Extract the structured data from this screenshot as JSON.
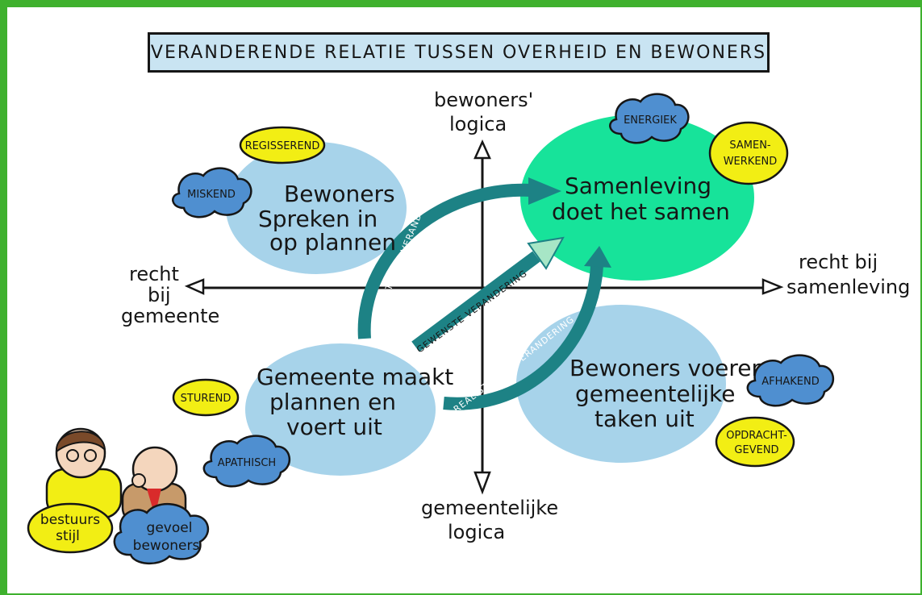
{
  "title": "VERANDERENDE RELATIE TUSSEN OVERHEID EN BEWONERS",
  "axes": {
    "top": [
      "bewoners'",
      "logica"
    ],
    "bottom": [
      "gemeentelijke",
      "logica"
    ],
    "left": [
      "recht",
      "bij",
      "gemeente"
    ],
    "right": [
      "recht bij",
      "samenleving"
    ]
  },
  "quadrants": {
    "top_left": [
      "Bewoners",
      "Spreken in",
      "op plannen"
    ],
    "top_right": [
      "Samenleving",
      "doet het samen"
    ],
    "bottom_left": [
      "Gemeente maakt",
      "plannen en",
      "voert uit"
    ],
    "bottom_right": [
      "Bewoners voeren",
      "gemeentelijke",
      "taken uit"
    ]
  },
  "styles": {
    "regisserend": "REGISSEREND",
    "samenwerkend": [
      "SAMEN-",
      "WERKEND"
    ],
    "sturend": "STUREND",
    "opdrachtgevend": [
      "OPDRACHT-",
      "GEVEND"
    ]
  },
  "feelings": {
    "miskend": "MISKEND",
    "energiek": "ENERGIEK",
    "apathisch": "APATHISCH",
    "afhakend": "AFHAKEND"
  },
  "arrows": {
    "top_curve": "REALISTISCHE VERANDERING",
    "diagonal": "GEWENSTE VERANDERING",
    "bottom_curve": "REALISTISCHE VERANDERING"
  },
  "legend": {
    "bestuursstijl": [
      "bestuurs",
      "stijl"
    ],
    "gevoel_bewoners": [
      "gevoel",
      "bewoners"
    ]
  },
  "colors": {
    "frame": "#3fb12e",
    "blue_blob": "#a7d3ea",
    "green_blob": "#17e39a",
    "yellow": "#f2ee14",
    "cloud_blue": "#4f8fd0",
    "arrow": "#1d8285",
    "title_bg": "#c9e4f2"
  }
}
